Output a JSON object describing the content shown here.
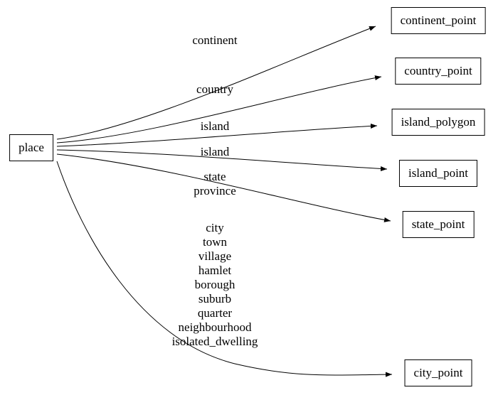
{
  "diagram": {
    "source": {
      "label": "place"
    },
    "nodes": [
      {
        "label": "continent_point"
      },
      {
        "label": "country_point"
      },
      {
        "label": "island_polygon"
      },
      {
        "label": "island_point"
      },
      {
        "label": "state_point"
      },
      {
        "label": "city_point"
      }
    ],
    "edges": [
      {
        "from": "place",
        "to": "continent_point",
        "label": "continent"
      },
      {
        "from": "place",
        "to": "country_point",
        "label": "country"
      },
      {
        "from": "place",
        "to": "island_polygon",
        "label": "island"
      },
      {
        "from": "place",
        "to": "island_point",
        "label": "island"
      },
      {
        "from": "place",
        "to": "state_point",
        "label": "state\nprovince"
      },
      {
        "from": "place",
        "to": "city_point",
        "label": "city\ntown\nvillage\nhamlet\nborough\nsuburb\nquarter\nneighbourhood\nisolated_dwelling"
      }
    ],
    "colors": {
      "background": "#ffffff",
      "node_border": "#000000",
      "edge": "#000000",
      "text": "#000000"
    }
  }
}
